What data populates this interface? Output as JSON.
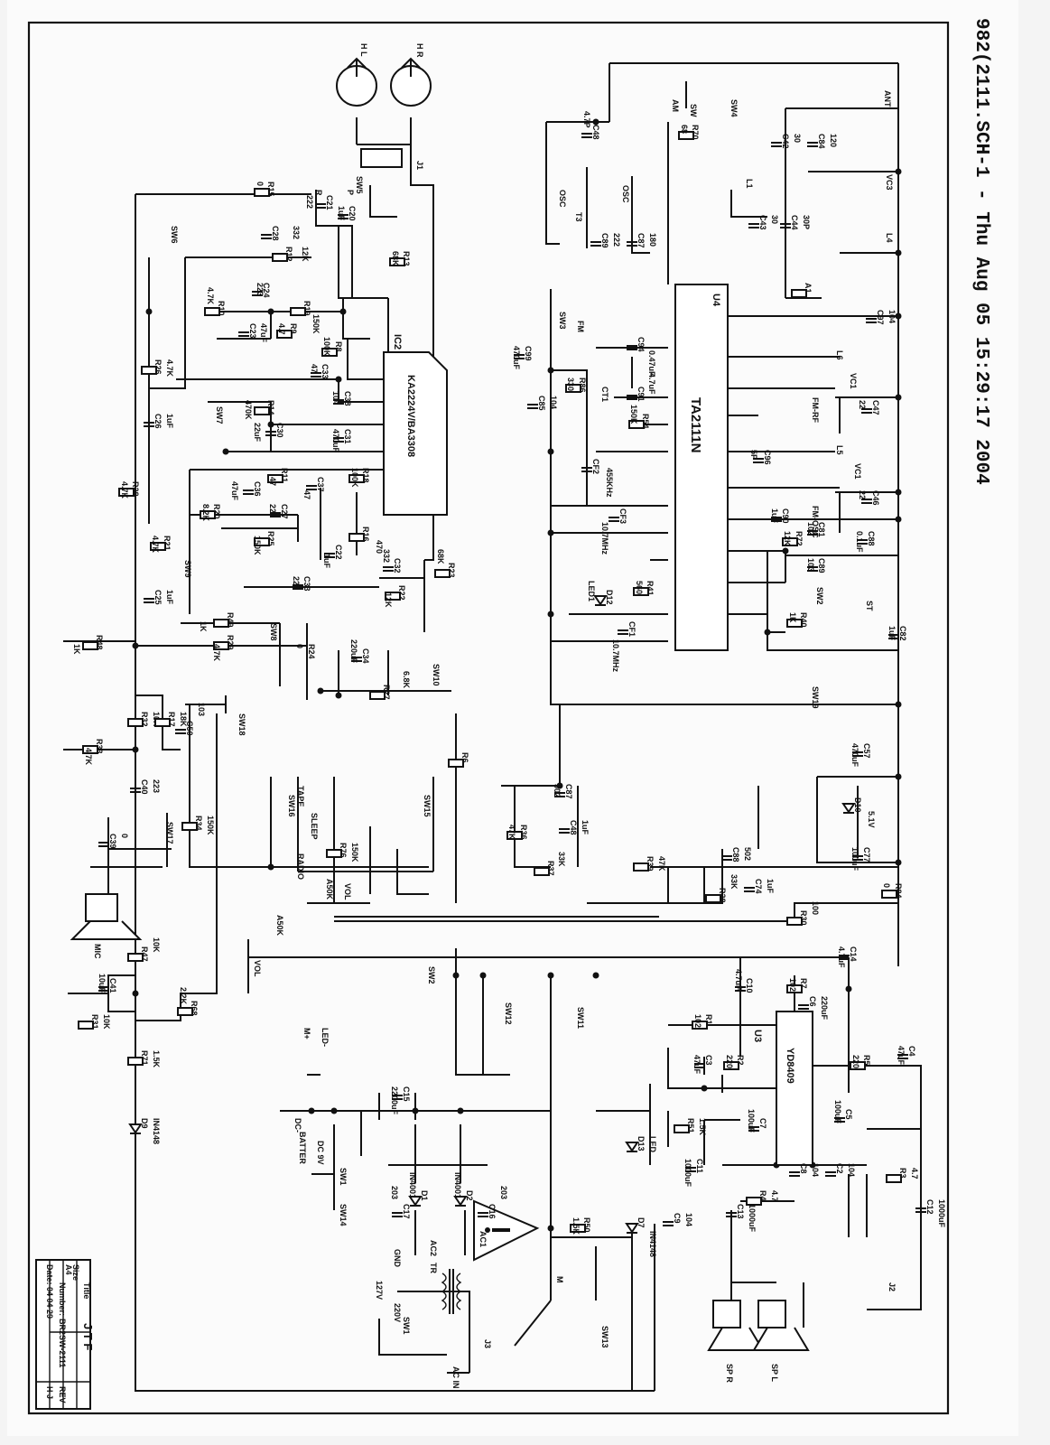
{
  "header": {
    "text": "982(2111.SCH-1 - Thu Aug 05 15:29:17 2004"
  },
  "ics": {
    "ic2": {
      "name": "IC2",
      "part": "KA2224V/BA3308"
    },
    "u4": {
      "name": "U4",
      "part": "TA2111N"
    },
    "u3": {
      "name": "U3",
      "part": "YD8409"
    }
  },
  "components": {
    "r15": "R15",
    "r15v": "0",
    "c21": "C21",
    "c21v": "222",
    "c20": "C20",
    "c20v": "1uF",
    "r12": "R12",
    "r12v": "12K",
    "c28": "C28",
    "c28v": "332",
    "r13": "R13",
    "r13v": "68K",
    "c24": "C24",
    "c24v": "223",
    "r10": "R10",
    "r10v": "4.7K",
    "r19": "R19",
    "r19v": "150K",
    "c23": "C23",
    "c23v": "47uF",
    "r9": "R9",
    "r9v": "4.7",
    "r8": "R8",
    "r8v": "100K",
    "c33": "C33",
    "c33v": "47",
    "r26": "R26",
    "r26v": "4.7K",
    "c38": "C38",
    "c38v": "104",
    "r14": "R14",
    "r14v": "470K",
    "c30": "C30",
    "c30v": "22uF",
    "c31": "C31",
    "c31v": "470uF",
    "c26": "C26",
    "c26v": "1uF",
    "r28": "R28",
    "r28v": "4.7K",
    "c36": "C36",
    "c36v": "47uF",
    "r11": "R11",
    "r11v": "47",
    "c37": "C37",
    "c37v": "47",
    "r18": "R18",
    "r18v": "100K",
    "c27": "C27",
    "c27v": "223",
    "r20": "R20",
    "r20v": "8.2K",
    "r25": "R25",
    "r25v": "150K",
    "r16": "R16",
    "r16v": "470",
    "c22": "C22",
    "c22v": "1uF",
    "r21": "R21",
    "r21v": "4.7K",
    "c32": "C32",
    "c32v": "332",
    "r23": "R23",
    "r23v": "68K",
    "c33b": "C33",
    "c33bv": "222",
    "r22": "R22",
    "r22v": "12K",
    "c25": "C25",
    "c25v": "1uF",
    "r49": "R49",
    "r49v": "1K",
    "r48": "R48",
    "r48v": "1K",
    "r29": "R29",
    "r29v": "4.7K",
    "r24": "R24",
    "r24v": "0",
    "c34": "C34",
    "c34v": "220uF",
    "r27": "R27",
    "r27v": "6.8K",
    "r32": "R32",
    "r32v": "10K",
    "r17": "R17",
    "r17v": "18K",
    "c50": "C50",
    "c50v": "103",
    "r33": "R33",
    "r33v": "4.7K",
    "c40": "C40",
    "c40v": "223",
    "r34": "R34",
    "r34v": "150K",
    "r76": "R76",
    "r76v": "150K",
    "r6": "R6",
    "c39": "C39",
    "c39v": "0",
    "r47": "R47",
    "r47v": "10K",
    "c41": "C41",
    "c41v": "10uF",
    "r31": "R31",
    "r31v": "10K",
    "r68": "R68",
    "r68v": "2.2K",
    "r71": "R71",
    "r71v": "1.5K",
    "d9": "D9",
    "d9v": "IN4148",
    "c48": "C48",
    "c48v": "4.7P",
    "c42": "C42",
    "c42v": "30",
    "c84": "C84",
    "c84v": "120",
    "c89": "C89",
    "c89v": "222",
    "c87": "C87",
    "c87v": "180",
    "r70": "R70",
    "r70v": "68",
    "l1": "L1",
    "c43": "C43",
    "c43v": "30",
    "c44": "C44",
    "c44v": "30P",
    "l4": "L4",
    "vc63": "VC3",
    "c97": "C97",
    "c97v": "104",
    "a1": "A1",
    "c94": "C94",
    "c94v": "0.47uF",
    "c91": "C91",
    "c91v": "4.7uF",
    "r54": "R54",
    "r54v": "150K",
    "c99": "C99",
    "c99v": "470uF",
    "c85": "C85",
    "c85v": "104",
    "r86": "R86",
    "r86v": "330",
    "ct1": "CT1",
    "cf2": "CF2",
    "cf2v": "455KHz",
    "cf3": "CF3",
    "cf3v": "10.7MHz",
    "c47": "C47",
    "c47v": "22",
    "vc1": "VC1",
    "l6": "L6",
    "l5": "L5",
    "vc1b": "VC1",
    "c46": "C46",
    "c46v": "22",
    "c96": "C96",
    "c96v": "5P",
    "c90": "C90",
    "c90v": "1uF",
    "c81": "C81",
    "c81v": "102",
    "r72": "R72",
    "r72v": "12K",
    "c88": "C88",
    "c88v": "0.1uF",
    "c89b": "C89",
    "c89bv": "103",
    "r40": "R40",
    "r40v": "1K",
    "c82": "C82",
    "c82v": "1uF",
    "led1": "LED1",
    "d12": "D12",
    "r41": "R41",
    "r41v": "560",
    "cf1": "CF1",
    "cf1v": "10.7MHz",
    "c57": "C57",
    "c57v": "470uF",
    "d10": "D10",
    "d10v": "5.1V",
    "c77": "C77",
    "c77v": "100uF",
    "r84": "R84",
    "r84v": "0",
    "c87b": "C87",
    "c87bv": "502",
    "c48b": "C48",
    "c48bv": "1uF",
    "r36": "R36",
    "r36v": "47K",
    "r37": "R37",
    "r37v": "33K",
    "r39": "R39",
    "r39v": "47K",
    "c88b": "C88",
    "c88bv": "502",
    "r38": "R38",
    "r38v": "33K",
    "c74": "C74",
    "c74v": "1uF",
    "r30": "R30",
    "r30v": "100",
    "c14": "C14",
    "c14v": "4.7uF",
    "c10": "C10",
    "c10v": "4.7uF",
    "r7": "R7",
    "r7v": "102",
    "r1": "R1",
    "r1v": "102",
    "c6": "C6",
    "c6v": "220uF",
    "c3": "C3",
    "c3v": "47uF",
    "r2": "R2",
    "r2v": "220",
    "r5": "R5",
    "r5v": "220",
    "c4": "C4",
    "c4v": "47uF",
    "c5": "C5",
    "c5v": "100uF",
    "c7": "C7",
    "c7v": "100uF",
    "c8": "C8",
    "c8v": "104",
    "c2": "C2",
    "c2v": "104",
    "r3": "R3",
    "r3v": "4.7",
    "r4": "R4",
    "r4v": "4.7",
    "c12": "C12",
    "c12v": "1000uF",
    "c13": "C13",
    "c13v": "1000uF",
    "c11": "C11",
    "c11v": "1000uF",
    "c9": "C9",
    "c9v": "104",
    "r51": "R51",
    "r51v": "1.5K",
    "d13": "D13",
    "d13v": "LED",
    "r50": "R50",
    "r50v": "1.5K",
    "d7": "D7",
    "d7v": "IN4148",
    "c15": "C15",
    "c15v": "2200uF",
    "d1": "D1",
    "d1v": "IN4001",
    "d2": "D2",
    "d2v": "IN4001",
    "c17": "C17",
    "c17v": "203",
    "c16": "C16",
    "c16v": "203",
    "ac1": "AC1",
    "ac2": "AC2",
    "gnd": "GND",
    "tr": "TR",
    "v127": "127V",
    "v220": "220V",
    "sw1b": "SW1",
    "j3": "J3",
    "acin": "AC IN",
    "sw13": "SW13",
    "m": "M",
    "battery": "BATTER",
    "dc9v": "DC 9V",
    "dcm": "DC-",
    "ledm": "LED-",
    "plus": "M+",
    "sw1": "SW1",
    "sw14": "SW14",
    "a50k": "A50K",
    "vol": "VOL",
    "vol2": "VOL",
    "a50k2": "A50K",
    "mic": "MIC"
  },
  "switches": {
    "sw5": "SW5",
    "sw6": "SW6",
    "sw7": "SW7",
    "sw8": "SW8",
    "sw9": "SW9",
    "sw10": "SW10",
    "sw18": "SW18",
    "sw16": "SW16",
    "sw15": "SW15",
    "sw17": "SW17",
    "sw3": "SW3",
    "sw4": "SW4",
    "sw2": "SW2",
    "sw12": "SW12",
    "sw11": "SW11",
    "sw19": "SW19",
    "sw2b": "SW2",
    "am": "AM",
    "fm": "FM",
    "sw": "SW",
    "st": "ST",
    "r": "R",
    "p": "P",
    "tape": "TAPE",
    "sleep": "SLEEP",
    "radio": "RADIO",
    "ant": "ANT",
    "j1": "J1",
    "j2": "J2",
    "spr": "SP R",
    "spl": "SP L",
    "osc": "OSC",
    "t3": "T3",
    "osc2": "OSC",
    "fmrf": "FM-RF",
    "fmosc": "FM-OSC",
    "hr": "H R",
    "hl": "H L"
  },
  "title_block": {
    "title_label": "Title",
    "title": "J T F",
    "size_label": "Size",
    "size": "A4",
    "number_label": "Number:",
    "number": "BR2SW-2111",
    "rev_label": "REV",
    "date_label": "Date:",
    "date": "04 04 29",
    "drawn": "H J"
  }
}
